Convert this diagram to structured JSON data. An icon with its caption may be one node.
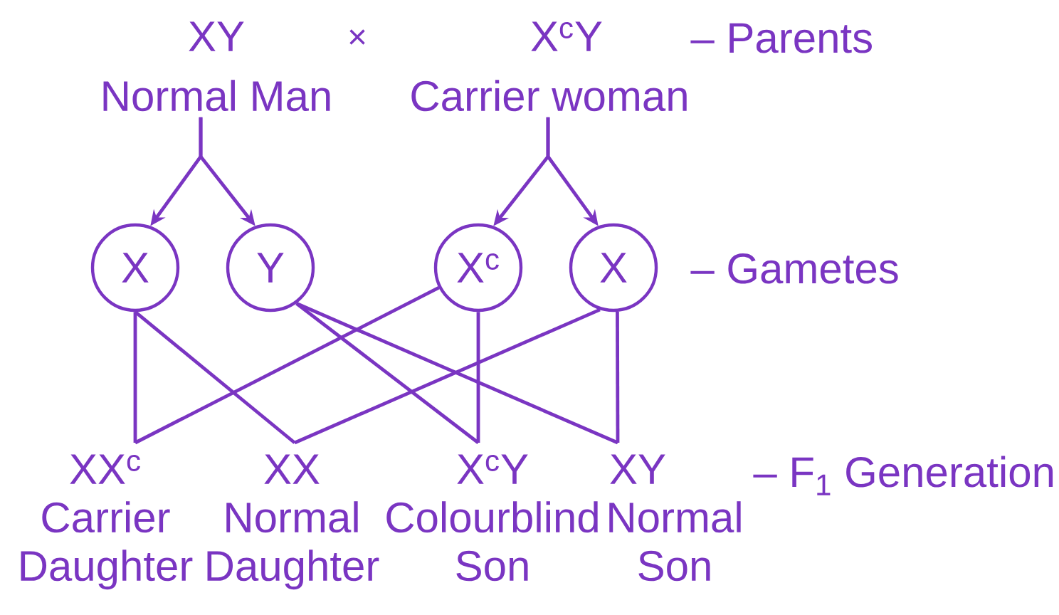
{
  "diagram": {
    "nodes": [
      {
        "text": [
          "XY",
          "Normal Man"
        ]
      },
      {
        "text": [
          "X$^{c}$Y",
          "Carrier woman"
        ]
      },
      {
        "text": [
          "X"
        ]
      },
      {
        "text": [
          "Y"
        ]
      },
      {
        "text": [
          "X$^{c}$"
        ]
      },
      {
        "text": [
          "X"
        ]
      },
      {
        "text": [
          "XX$^{c}$",
          "Carrier Daughter"
        ]
      },
      {
        "text": [
          "XX",
          "Normal Daughter"
        ]
      },
      {
        "text": [
          "X$^{c}$Y",
          "Colourblind Son"
        ]
      },
      {
        "text": [
          "XY",
          "Normal Son"
        ]
      }
    ],
    "edges": [
      {
        "from": 0,
        "to": 2,
        "arrow": "to"
      },
      {
        "from": 0,
        "to": 3,
        "arrow": "to"
      },
      {
        "from": 1,
        "to": 4,
        "arrow": "to"
      },
      {
        "from": 1,
        "to": 5,
        "arrow": "to"
      },
      {
        "from": 2,
        "to": 6,
        "arrow": "none"
      },
      {
        "from": 2,
        "to": 7,
        "arrow": "none"
      },
      {
        "from": 3,
        "to": 8,
        "arrow": "none"
      },
      {
        "from": 3,
        "to": 9,
        "arrow": "none"
      },
      {
        "from": 4,
        "to": 6,
        "arrow": "none"
      },
      {
        "from": 4,
        "to": 8,
        "arrow": "none"
      },
      {
        "from": 5,
        "to": 7,
        "arrow": "none"
      },
      {
        "from": 5,
        "to": 9,
        "arrow": "none"
      }
    ],
    "labels": [
      "×",
      "– Parents",
      "– Gametes",
      "– F$_{1}$ Generation"
    ]
  }
}
